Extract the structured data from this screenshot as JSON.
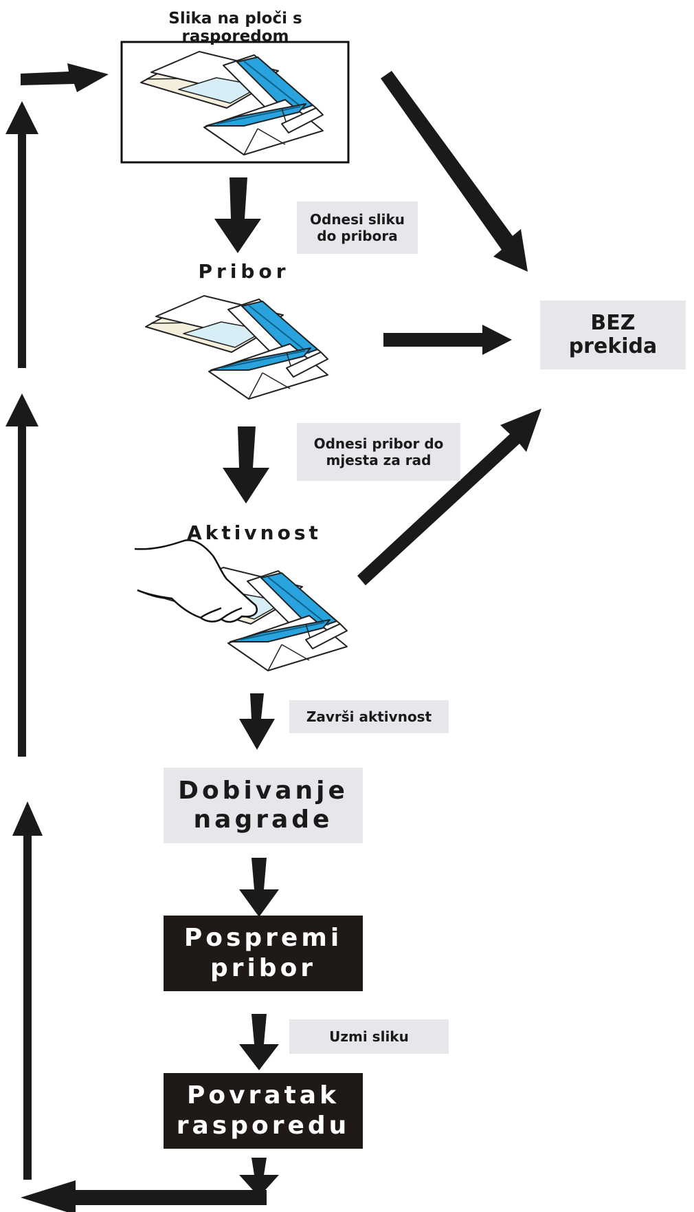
{
  "title": "Slika na ploči s rasporedom",
  "steps": {
    "carry_picture": "Odnesi sliku\ndo pribora",
    "materials_heading": "Pribor",
    "carry_materials": "Odnesi pribor do\nmjesta za rad",
    "activity_heading": "Aktivnost",
    "finish_activity": "Završi aktivnost",
    "reward": "Dobivanje\nnagrade",
    "put_away": "Pospremi\npribor",
    "take_picture": "Uzmi sliku",
    "return_schedule": "Povratak\nrasporedu"
  },
  "no_interruption": "BEZ\nprekida",
  "colors": {
    "arrow": "#1a1a1a",
    "gray_box": "#e5e7ea",
    "dark_box": "#1f1a17",
    "accent_blue": "#29a3dd",
    "cream": "#f3efdc",
    "light_blue": "#d8eef6"
  },
  "icons": [
    "folder-materials-icon",
    "hand-icon"
  ]
}
